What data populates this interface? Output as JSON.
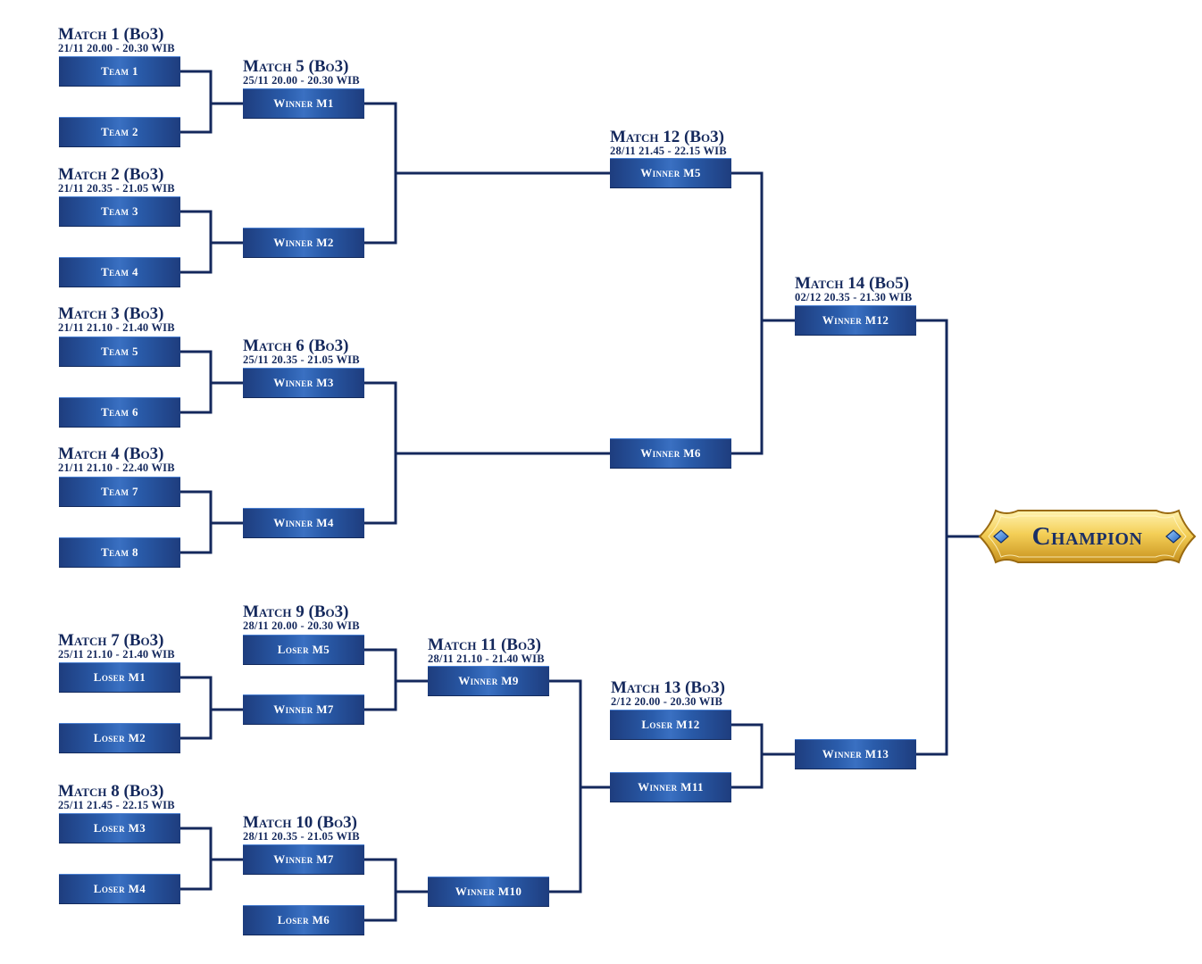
{
  "colors": {
    "line": "#14285c",
    "slot": "#2a5cab",
    "gold": "#f1c84a"
  },
  "matches": [
    {
      "title": "Match 1 (Bo3)",
      "time": "21/11 20.00 - 20.30 WIB"
    },
    {
      "title": "Match 2 (Bo3)",
      "time": "21/11 20.35 - 21.05 WIB"
    },
    {
      "title": "Match 3 (Bo3)",
      "time": "21/11 21.10 - 21.40 WIB"
    },
    {
      "title": "Match 4 (Bo3)",
      "time": "21/11 21.10 - 22.40 WIB"
    },
    {
      "title": "Match 5 (Bo3)",
      "time": "25/11 20.00 - 20.30 WIB"
    },
    {
      "title": "Match 6 (Bo3)",
      "time": "25/11 20.35 - 21.05 WIB"
    },
    {
      "title": "Match 7 (Bo3)",
      "time": "25/11 21.10 - 21.40 WIB"
    },
    {
      "title": "Match 8 (Bo3)",
      "time": "25/11 21.45 - 22.15 WIB"
    },
    {
      "title": "Match 9 (Bo3)",
      "time": "28/11 20.00 - 20.30 WIB"
    },
    {
      "title": "Match 10 (Bo3)",
      "time": "28/11 20.35 - 21.05 WIB"
    },
    {
      "title": "Match 11 (Bo3)",
      "time": "28/11 21.10 - 21.40 WIB"
    },
    {
      "title": "Match 12 (Bo3)",
      "time": "28/11 21.45 - 22.15 WIB"
    },
    {
      "title": "Match 13 (Bo3)",
      "time": "2/12 20.00 - 20.30 WIB"
    },
    {
      "title": "Match 14 (Bo5)",
      "time": "02/12 20.35 - 21.30 WIB"
    }
  ],
  "slots": {
    "r1": [
      "Team 1",
      "Team 2",
      "Team 3",
      "Team 4",
      "Team 5",
      "Team 6",
      "Team 7",
      "Team 8"
    ],
    "r2_upper": [
      "Winner M1",
      "Winner M2",
      "Winner M3",
      "Winner M4"
    ],
    "semis": [
      "Winner M5",
      "Winner M6"
    ],
    "final": [
      "Winner M12",
      "Winner M13"
    ],
    "lower_r1": [
      "Loser M1",
      "Loser M2",
      "Loser M3",
      "Loser M4"
    ],
    "lower_r2": [
      "Loser M5",
      "Winner M7",
      "Winner M7",
      "Loser M6"
    ],
    "lower_r3": [
      "Winner M9",
      "Winner M10"
    ],
    "lower_r4": [
      "Loser M12",
      "Winner M11"
    ]
  },
  "champion": "Champion"
}
